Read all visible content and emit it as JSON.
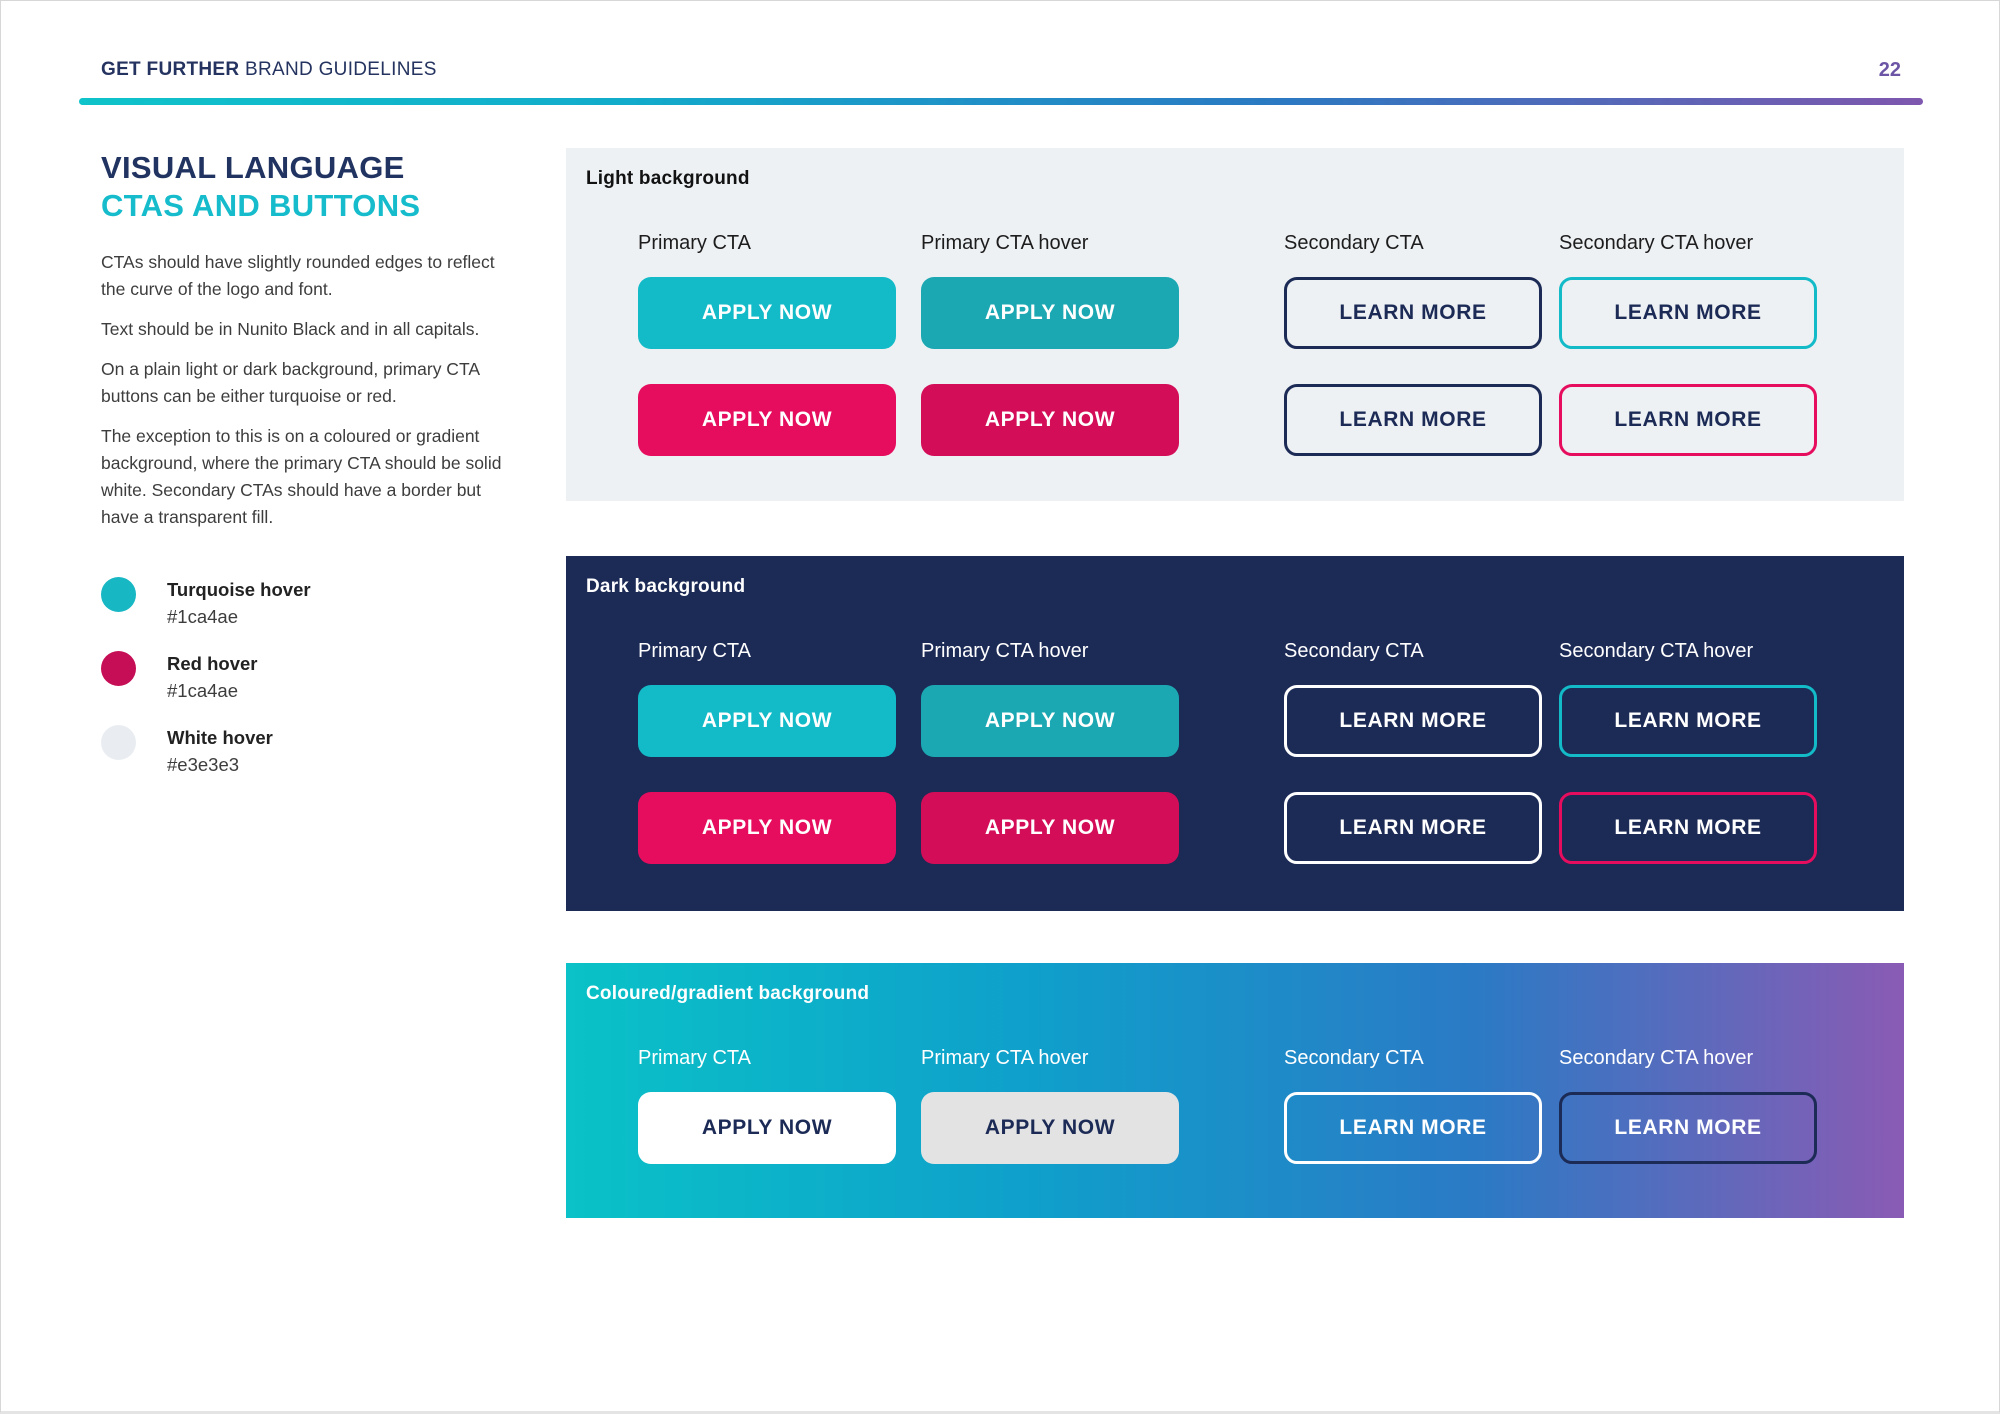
{
  "header": {
    "brand_bold": "GET FURTHER",
    "brand_regular": "BRAND GUIDELINES",
    "page_number": "22"
  },
  "title": {
    "line1": "VISUAL LANGUAGE",
    "line2": "CTAS AND BUTTONS"
  },
  "paragraphs": [
    "CTAs should have slightly rounded edges to reflect the curve of the logo and font.",
    "Text should be in Nunito Black and in all capitals.",
    "On a plain light or dark background, primary CTA buttons can be either turquoise or red.",
    "The exception to this is on a coloured or gradient background, where the primary CTA should be solid white. Secondary CTAs should have a border but have a transparent fill."
  ],
  "swatches": [
    {
      "name": "Turquoise hover",
      "hex": "#1ca4ae",
      "circle_color": "#17b7c4"
    },
    {
      "name": "Red hover",
      "hex": "#1ca4ae",
      "circle_color": "#c60e56"
    },
    {
      "name": "White hover",
      "hex": "#e3e3e3",
      "circle_color": "#e9edf1"
    }
  ],
  "sections": [
    {
      "title": "Light background"
    },
    {
      "title": "Dark background"
    },
    {
      "title": "Coloured/gradient background"
    }
  ],
  "columns": [
    "Primary CTA",
    "Primary CTA hover",
    "Secondary CTA",
    "Secondary CTA hover"
  ],
  "buttons": {
    "primary_label": "APPLY NOW",
    "secondary_label": "LEARN MORE"
  },
  "colors": {
    "turquoise": "#13bac7",
    "turquoise_hover": "#1ca4ae",
    "red": "#e60d5e",
    "white_hover": "#e3e3e3",
    "navy": "#1c2a56",
    "light_panel": "#edf1f4",
    "accent_purple": "#7e57ae",
    "gradient_start": "#0ac2c7",
    "gradient_end": "#8a5bb4"
  }
}
